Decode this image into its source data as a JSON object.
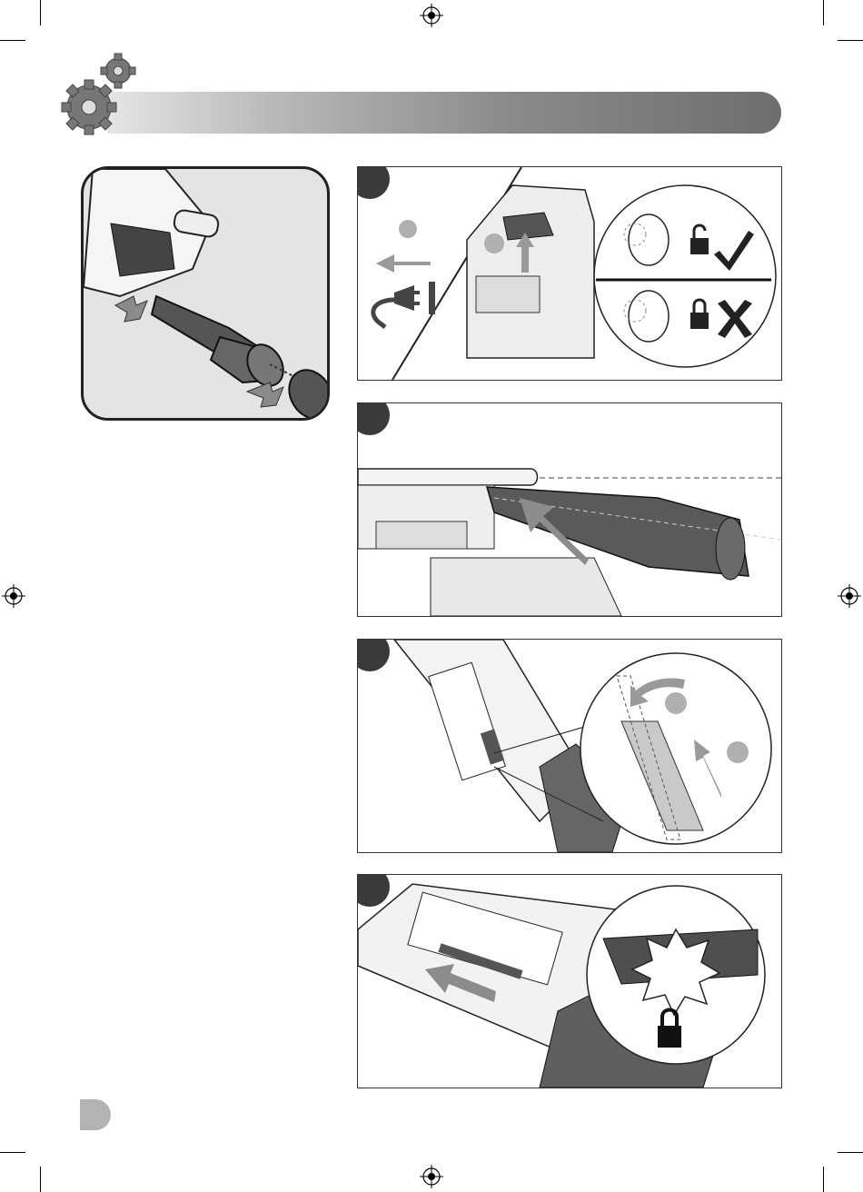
{
  "page": {
    "section_icon": "gears-icon",
    "page_tab_color": "#b3b3b3",
    "accent_dark": "#3a3a3a"
  },
  "illustrations": {
    "fig_main": {
      "icon": "dust-extraction-adapter-illustration"
    },
    "step_1": {
      "icons": [
        "unplug-icon",
        "unlock-icon",
        "check-icon",
        "lock-icon",
        "cross-icon"
      ]
    },
    "step_2": {
      "icon": "attach-adapter-illustration"
    },
    "step_3": {
      "icon": "insert-blade-illustration"
    },
    "step_4": {
      "icon": "lock-icon"
    }
  }
}
